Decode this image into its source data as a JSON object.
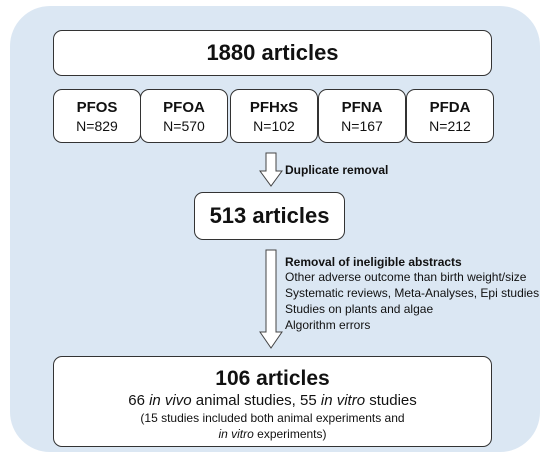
{
  "total": {
    "label": "1880 articles"
  },
  "compounds": [
    {
      "name": "PFOS",
      "count": "N=829"
    },
    {
      "name": "PFOA",
      "count": "N=570"
    },
    {
      "name": "PFHxS",
      "count": "N=102"
    },
    {
      "name": "PFNA",
      "count": "N=167"
    },
    {
      "name": "PFDA",
      "count": "N=212"
    }
  ],
  "step1": {
    "label": "Duplicate removal"
  },
  "after_dedup": {
    "label": "513 articles"
  },
  "step2": {
    "label": "Removal of ineligible abstracts",
    "criteria": [
      "Other adverse outcome than birth weight/size",
      "Systematic reviews, Meta-Analyses, Epi studies",
      "Studies on plants and algae",
      "Algorithm errors"
    ]
  },
  "final": {
    "label": "106 articles",
    "line2": {
      "a": "66 ",
      "b": "in vivo",
      "c": " animal studies, 55 ",
      "d": "in vitro",
      "e": " studies"
    },
    "line3": "(15 studies included both animal experiments and",
    "line4": {
      "a": "in vitro",
      "b": " experiments)"
    }
  },
  "colors": {
    "panel": "#dbe7f3",
    "box": "#ffffff",
    "border": "#333333"
  }
}
